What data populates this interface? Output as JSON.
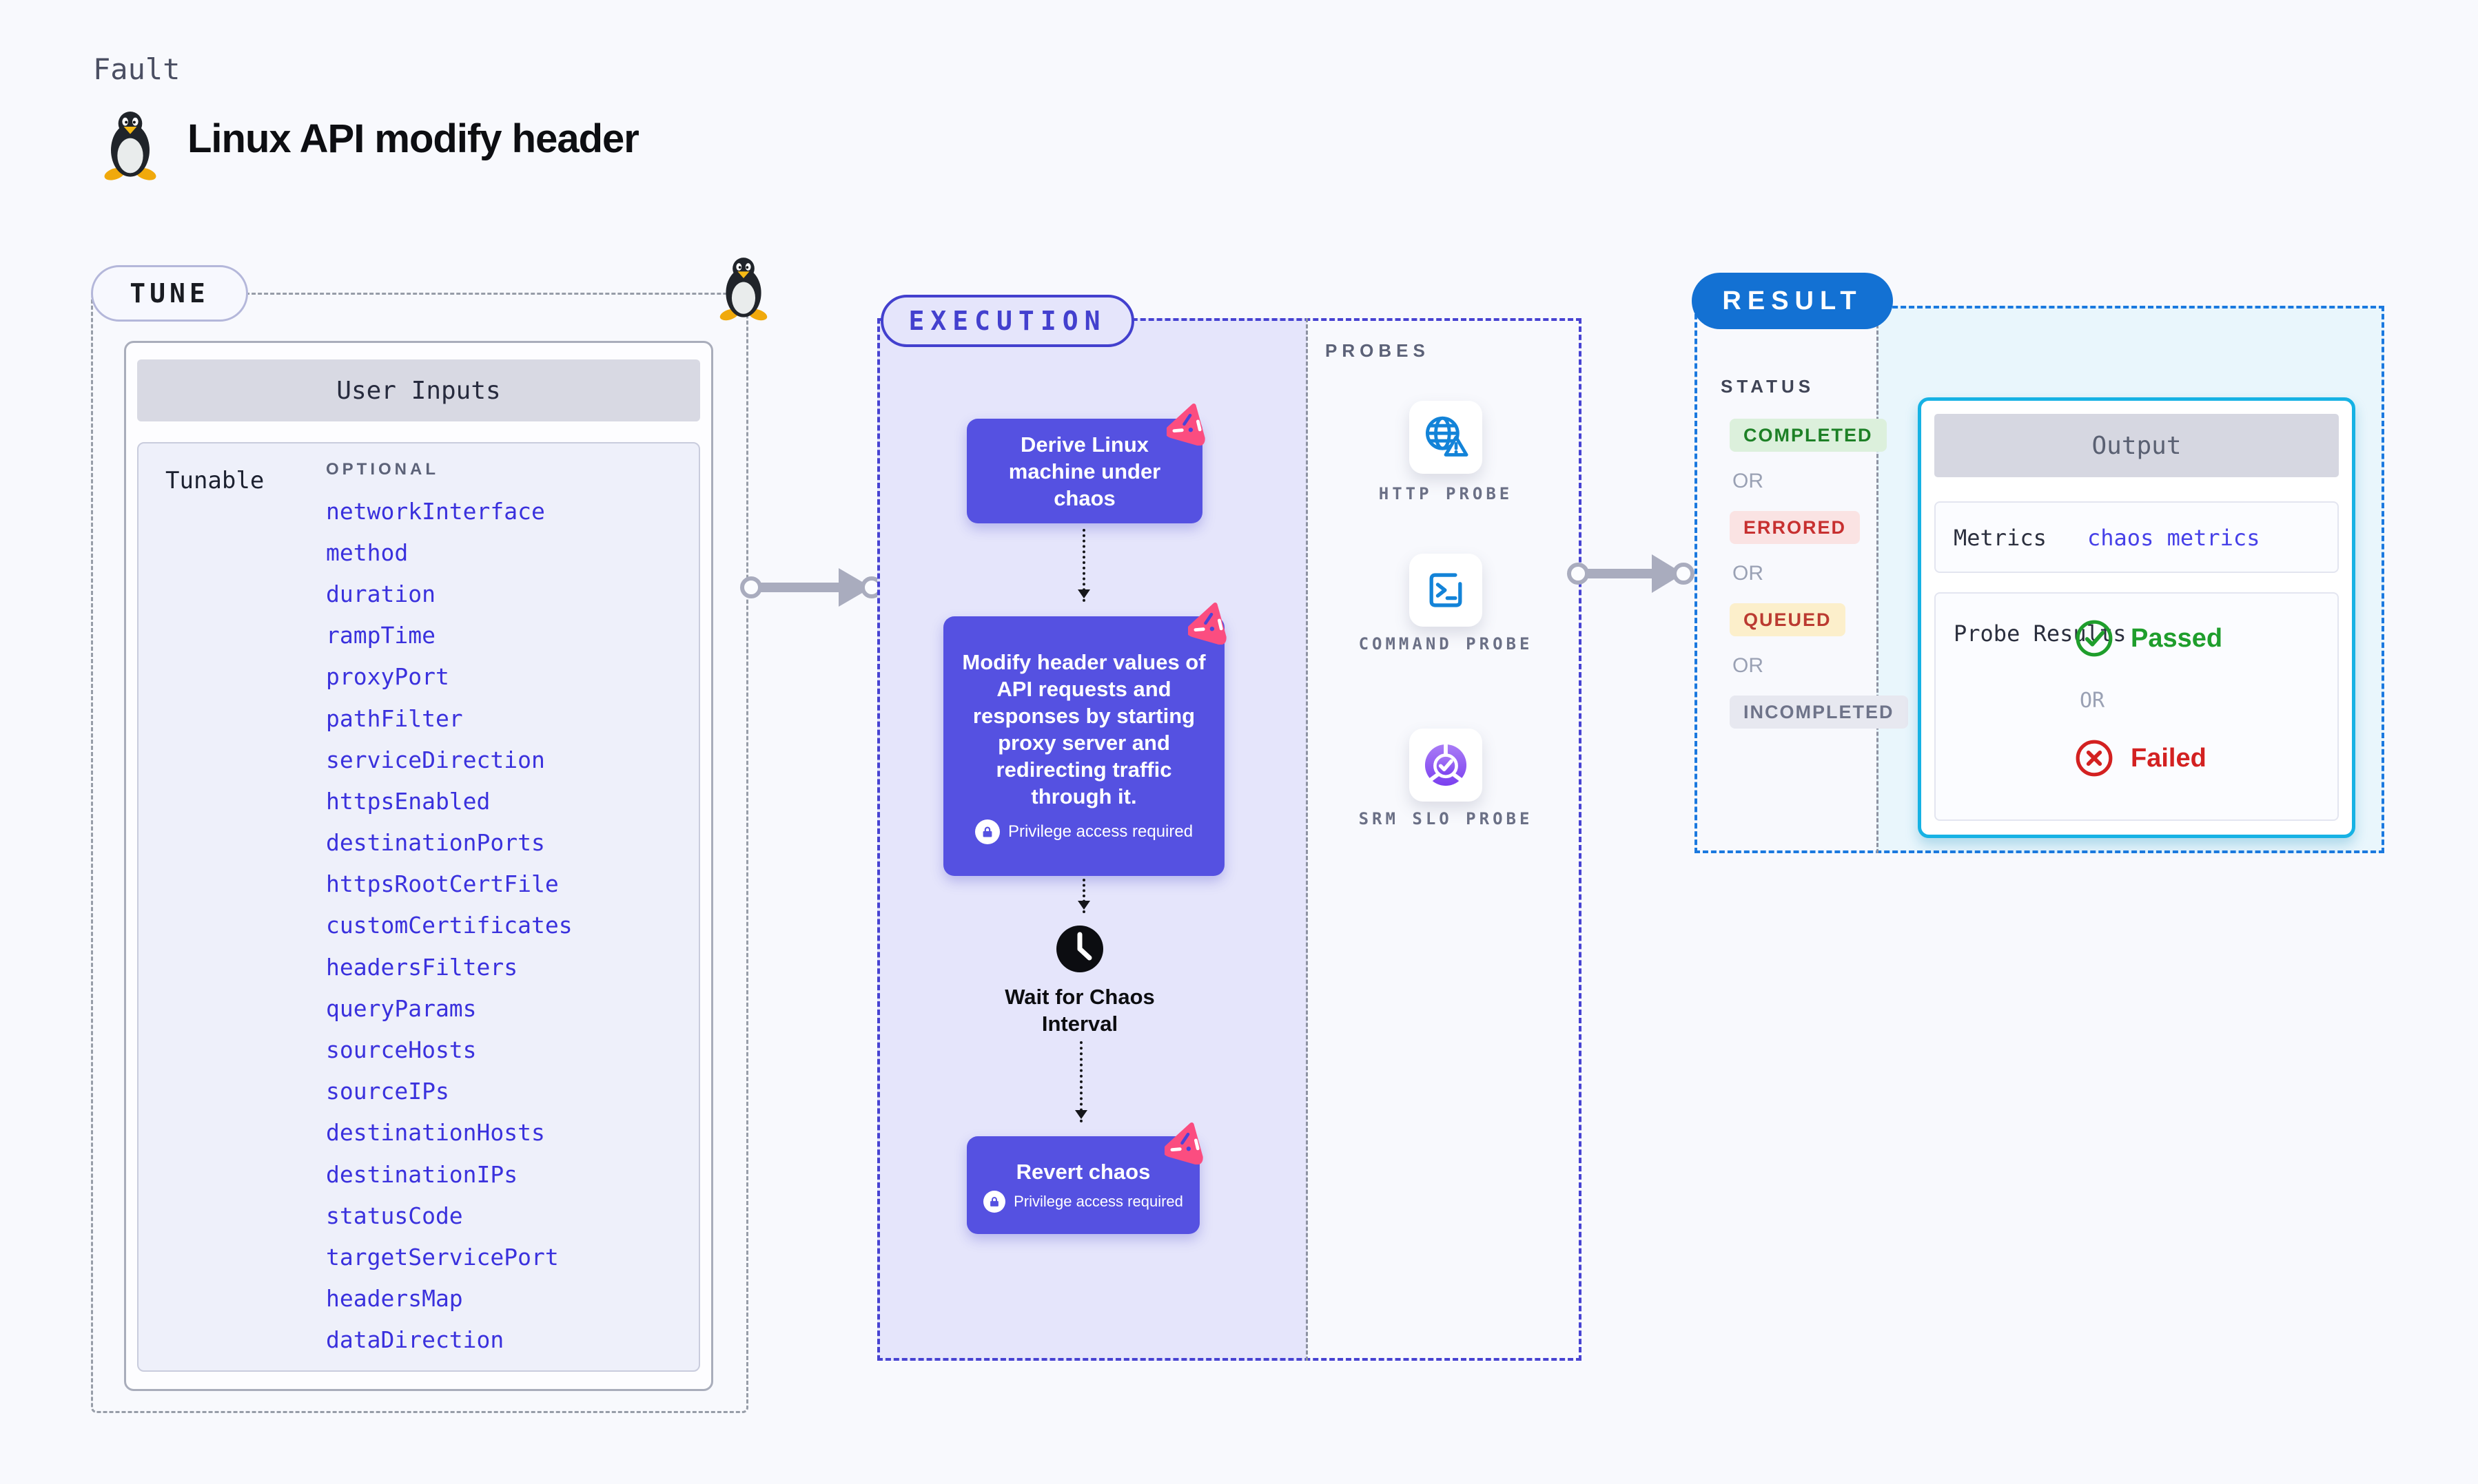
{
  "page": {
    "background": "#f8f9fd"
  },
  "header": {
    "eyebrow": "Fault",
    "title": "Linux API modify header"
  },
  "tune": {
    "label": "TUNE",
    "table_title": "User Inputs",
    "row_label": "Tunable",
    "column_header": "OPTIONAL",
    "tunables": [
      "networkInterface",
      "method",
      "duration",
      "rampTime",
      "proxyPort",
      "pathFilter",
      "serviceDirection",
      "httpsEnabled",
      "destinationPorts",
      "httpsRootCertFile",
      "customCertificates",
      "headersFilters",
      "queryParams",
      "sourceHosts",
      "sourceIPs",
      "destinationHosts",
      "destinationIPs",
      "statusCode",
      "targetServicePort",
      "headersMap",
      "dataDirection"
    ]
  },
  "execution": {
    "label": "EXECUTION",
    "step1": "Derive Linux machine under chaos",
    "step2": "Modify header values of API requests and responses by starting proxy server and redirecting traffic through it.",
    "privilege_note": "Privilege access required",
    "wait_step": "Wait for Chaos Interval",
    "revert_step": "Revert chaos"
  },
  "probes": {
    "label": "PROBES",
    "items": [
      {
        "name": "HTTP PROBE",
        "icon": "globe-alert-icon"
      },
      {
        "name": "COMMAND PROBE",
        "icon": "terminal-icon"
      },
      {
        "name": "SRM SLO PROBE",
        "icon": "slo-donut-check-icon"
      }
    ]
  },
  "result": {
    "label": "RESULT",
    "status_label": "STATUS",
    "or_label": "OR",
    "statuses": [
      {
        "label": "COMPLETED",
        "bg": "#dcf0dc",
        "fg": "#1d8026"
      },
      {
        "label": "ERRORED",
        "bg": "#fae3e3",
        "fg": "#c73030"
      },
      {
        "label": "QUEUED",
        "bg": "#fcefcb",
        "fg": "#bb3a31"
      },
      {
        "label": "INCOMPLETED",
        "bg": "#e7e8f0",
        "fg": "#6e7389"
      }
    ],
    "output": {
      "title": "Output",
      "metrics_label": "Metrics",
      "metrics_value": "chaos metrics",
      "probe_results_label": "Probe Results",
      "passed_label": "Passed",
      "failed_label": "Failed"
    }
  },
  "colors": {
    "indigo": "#4340ce",
    "flow_box_purple": "#5551e1",
    "lavender": "#e5e5fb",
    "chaos_pink": "#fb4d80",
    "result_blue": "#1371d3",
    "cyan_border": "#16b2e4",
    "cyan_bg": "#e9f6fc",
    "tunable_link_blue": "#3a31dd",
    "passed_green": "#1f9e2c",
    "failed_red": "#d32121",
    "arrow_gray": "#a9acbe"
  }
}
